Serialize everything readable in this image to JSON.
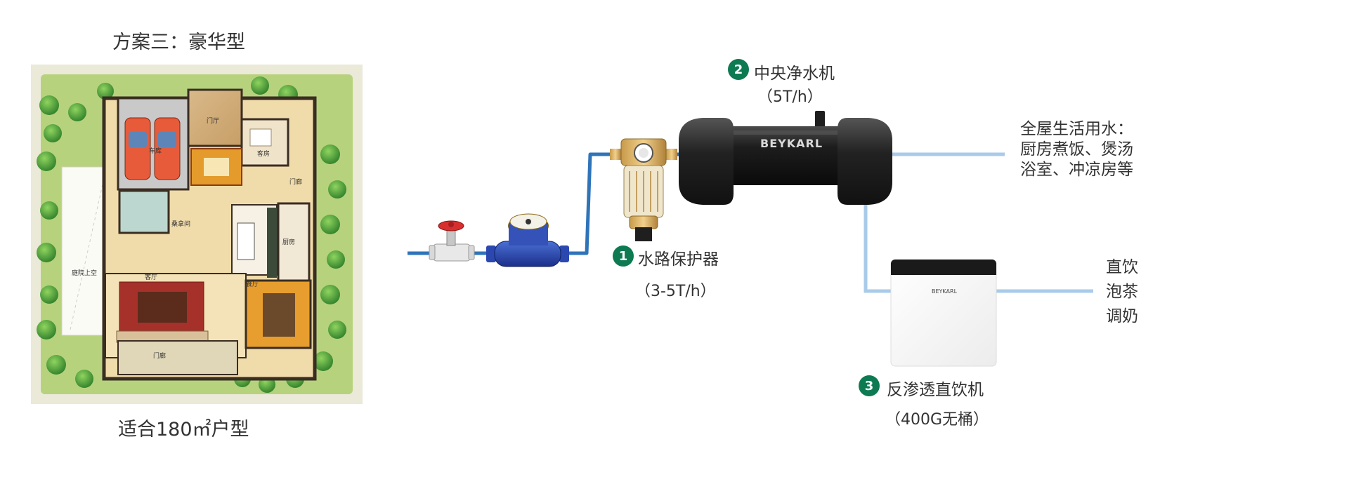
{
  "plan": {
    "title": "方案三：豪华型",
    "subtitle": "适合180㎡户型",
    "rooms": {
      "garage": "车库",
      "foyer": "门厅",
      "guest_room": "客房",
      "porch_top": "门廊",
      "steam_room": "桑拿间",
      "kitchen": "厨房",
      "living": "客厅",
      "dining": "餐厅",
      "courtyard": "庭院上空",
      "entrance": "门廊"
    }
  },
  "devices": {
    "protector": {
      "number": "1",
      "name": "水路保护器",
      "spec": "（3-5T/h）"
    },
    "central": {
      "number": "2",
      "name": "中央净水机",
      "spec": "（5T/h）",
      "brand": "BEYKARL"
    },
    "ro": {
      "number": "3",
      "name": "反渗透直饮机",
      "spec": "（400G无桶）",
      "brand": "BEYKARL"
    }
  },
  "outputs": {
    "house": [
      "全屋生活用水：",
      "厨房煮饭、煲汤",
      "浴室、冲凉房等"
    ],
    "drink": [
      "直饮",
      "泡茶",
      "调奶"
    ]
  },
  "colors": {
    "badge": "#0d7a52",
    "pipe_main": "#2f74b9",
    "pipe_light": "#a9cbe9"
  },
  "icons": {
    "valve": "red-handle-valve-icon",
    "meter": "water-meter-icon",
    "protector": "filter-canister-icon",
    "central": "cylinder-purifier-icon",
    "ro": "ro-cabinet-icon"
  }
}
